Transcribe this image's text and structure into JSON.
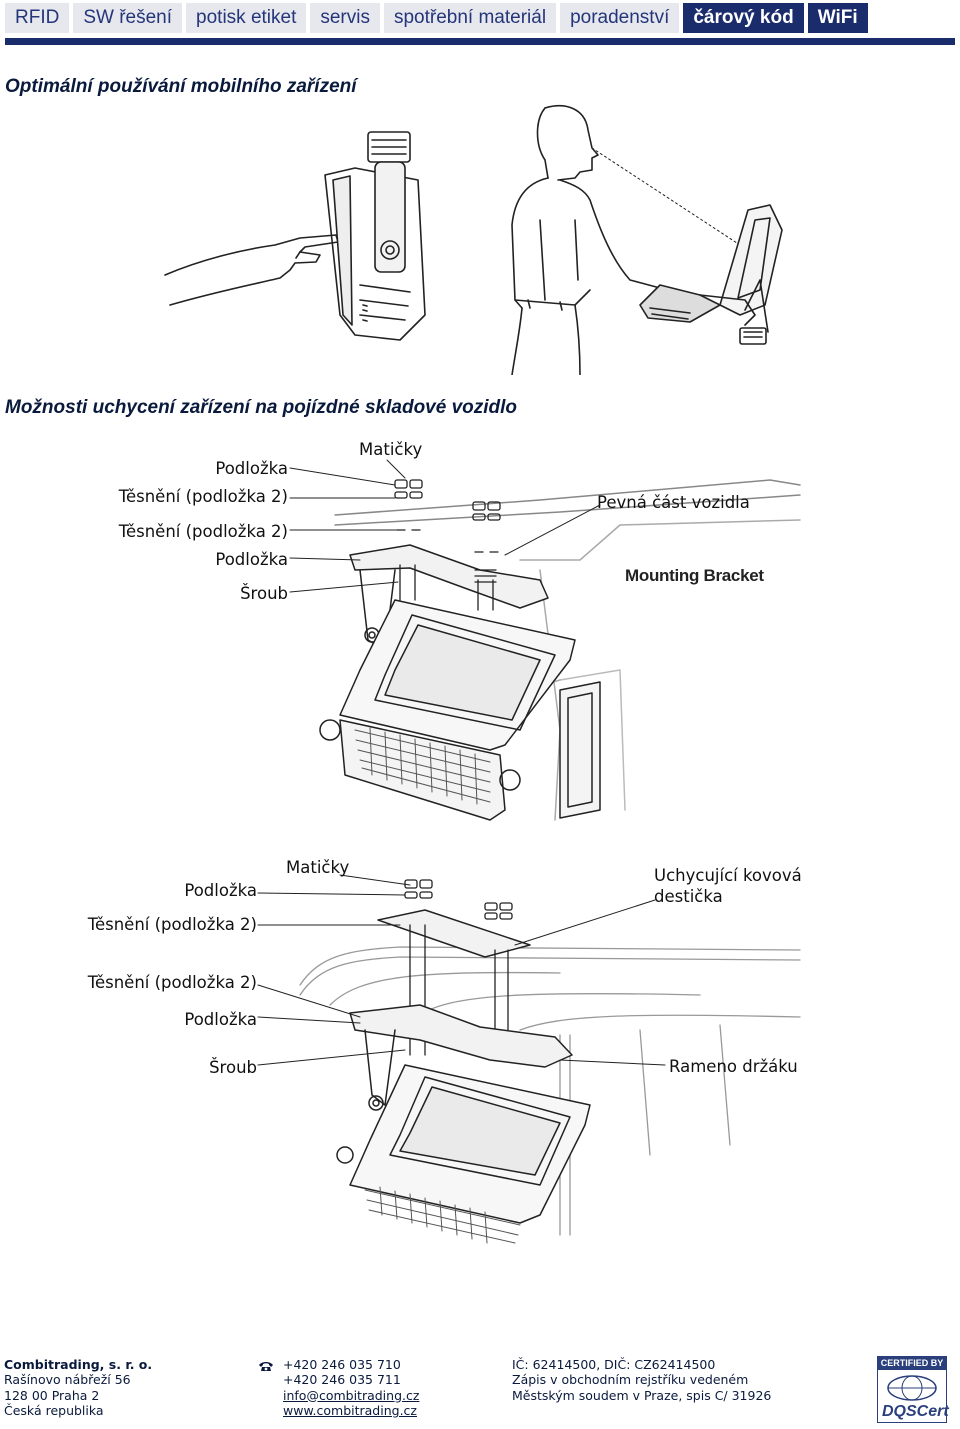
{
  "nav": {
    "tabs": [
      {
        "label": "RFID"
      },
      {
        "label": "SW řešení"
      },
      {
        "label": "potisk etiket"
      },
      {
        "label": "servis"
      },
      {
        "label": "spotřební materiál"
      },
      {
        "label": "poradenství"
      },
      {
        "label": "čárový kód",
        "active": true
      },
      {
        "label": "WiFi"
      }
    ]
  },
  "section1": {
    "title": "Optimální používání mobilního zařízení"
  },
  "section2": {
    "title": "Možnosti uchycení zařízení na pojízdné skladové vozidlo"
  },
  "diagram1": {
    "labels": {
      "podlozka_top": "Podložka",
      "tesneni_top": "Těsnění (podložka 2)",
      "maticky": "Matičky",
      "pevna_cast": "Pevná část vozidla",
      "tesneni_bottom": "Těsnění (podložka 2)",
      "podlozka_bottom": "Podložka",
      "sroub": "Šroub",
      "mounting_bracket": "Mounting Bracket"
    }
  },
  "diagram2": {
    "labels": {
      "maticky": "Matičky",
      "podlozka_top": "Podložka",
      "uchycujici": "Uchycující kovová destička",
      "tesneni_top": "Těsnění (podložka 2)",
      "tesneni_bottom": "Těsnění (podložka 2)",
      "podlozka_bottom": "Podložka",
      "sroub": "Šroub",
      "rameno": "Rameno držáku"
    }
  },
  "footer": {
    "company": {
      "name": "Combitrading, s. r. o.",
      "street": "Rašínovo nábřeží 56",
      "city": "128 00  Praha 2",
      "country": "Česká republika"
    },
    "contact": {
      "phone1": "+420 246 035 710",
      "phone2": "+420 246 035 711",
      "email": "info@combitrading.cz",
      "web": "www.combitrading.cz"
    },
    "registry": {
      "ids": "IČ: 62414500, DIČ: CZ62414500",
      "line2": "Zápis v obchodním rejstříku vedeném",
      "line3": "Městským soudem v Praze, spis C/ 31926"
    },
    "cert": {
      "top": "CERTIFIED BY",
      "logo": "DQSCert"
    }
  }
}
